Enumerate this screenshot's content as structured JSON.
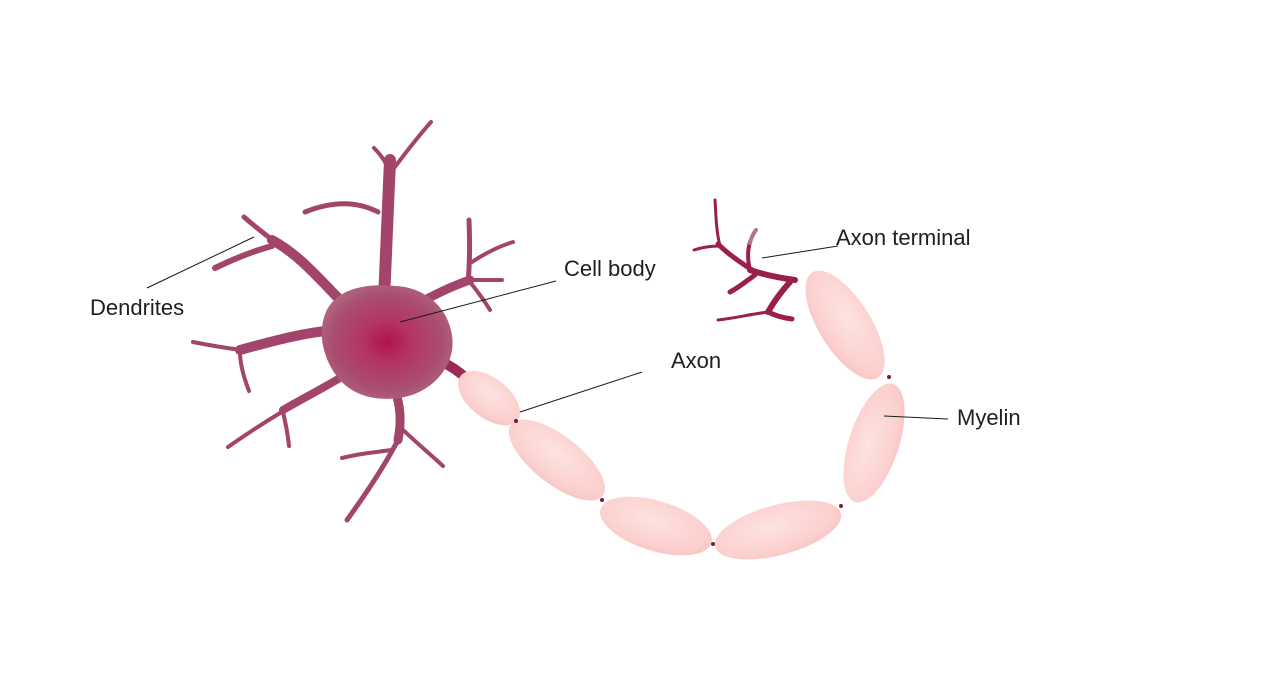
{
  "labels": {
    "dendrites": "Dendrites",
    "cell_body": "Cell body",
    "axon": "Axon",
    "axon_terminal": "Axon terminal",
    "myelin": "Myelin"
  },
  "colors": {
    "neuron": "#9c2a55",
    "neuron_core": "#b0124e",
    "neuron_dendrite": "#a2486c",
    "myelin": "#fbcfcd",
    "myelin_edge": "#f6bcbb",
    "node": "#7a1a3d",
    "leader_line": "#1a1a1a",
    "label_text": "#1f1f1f"
  }
}
